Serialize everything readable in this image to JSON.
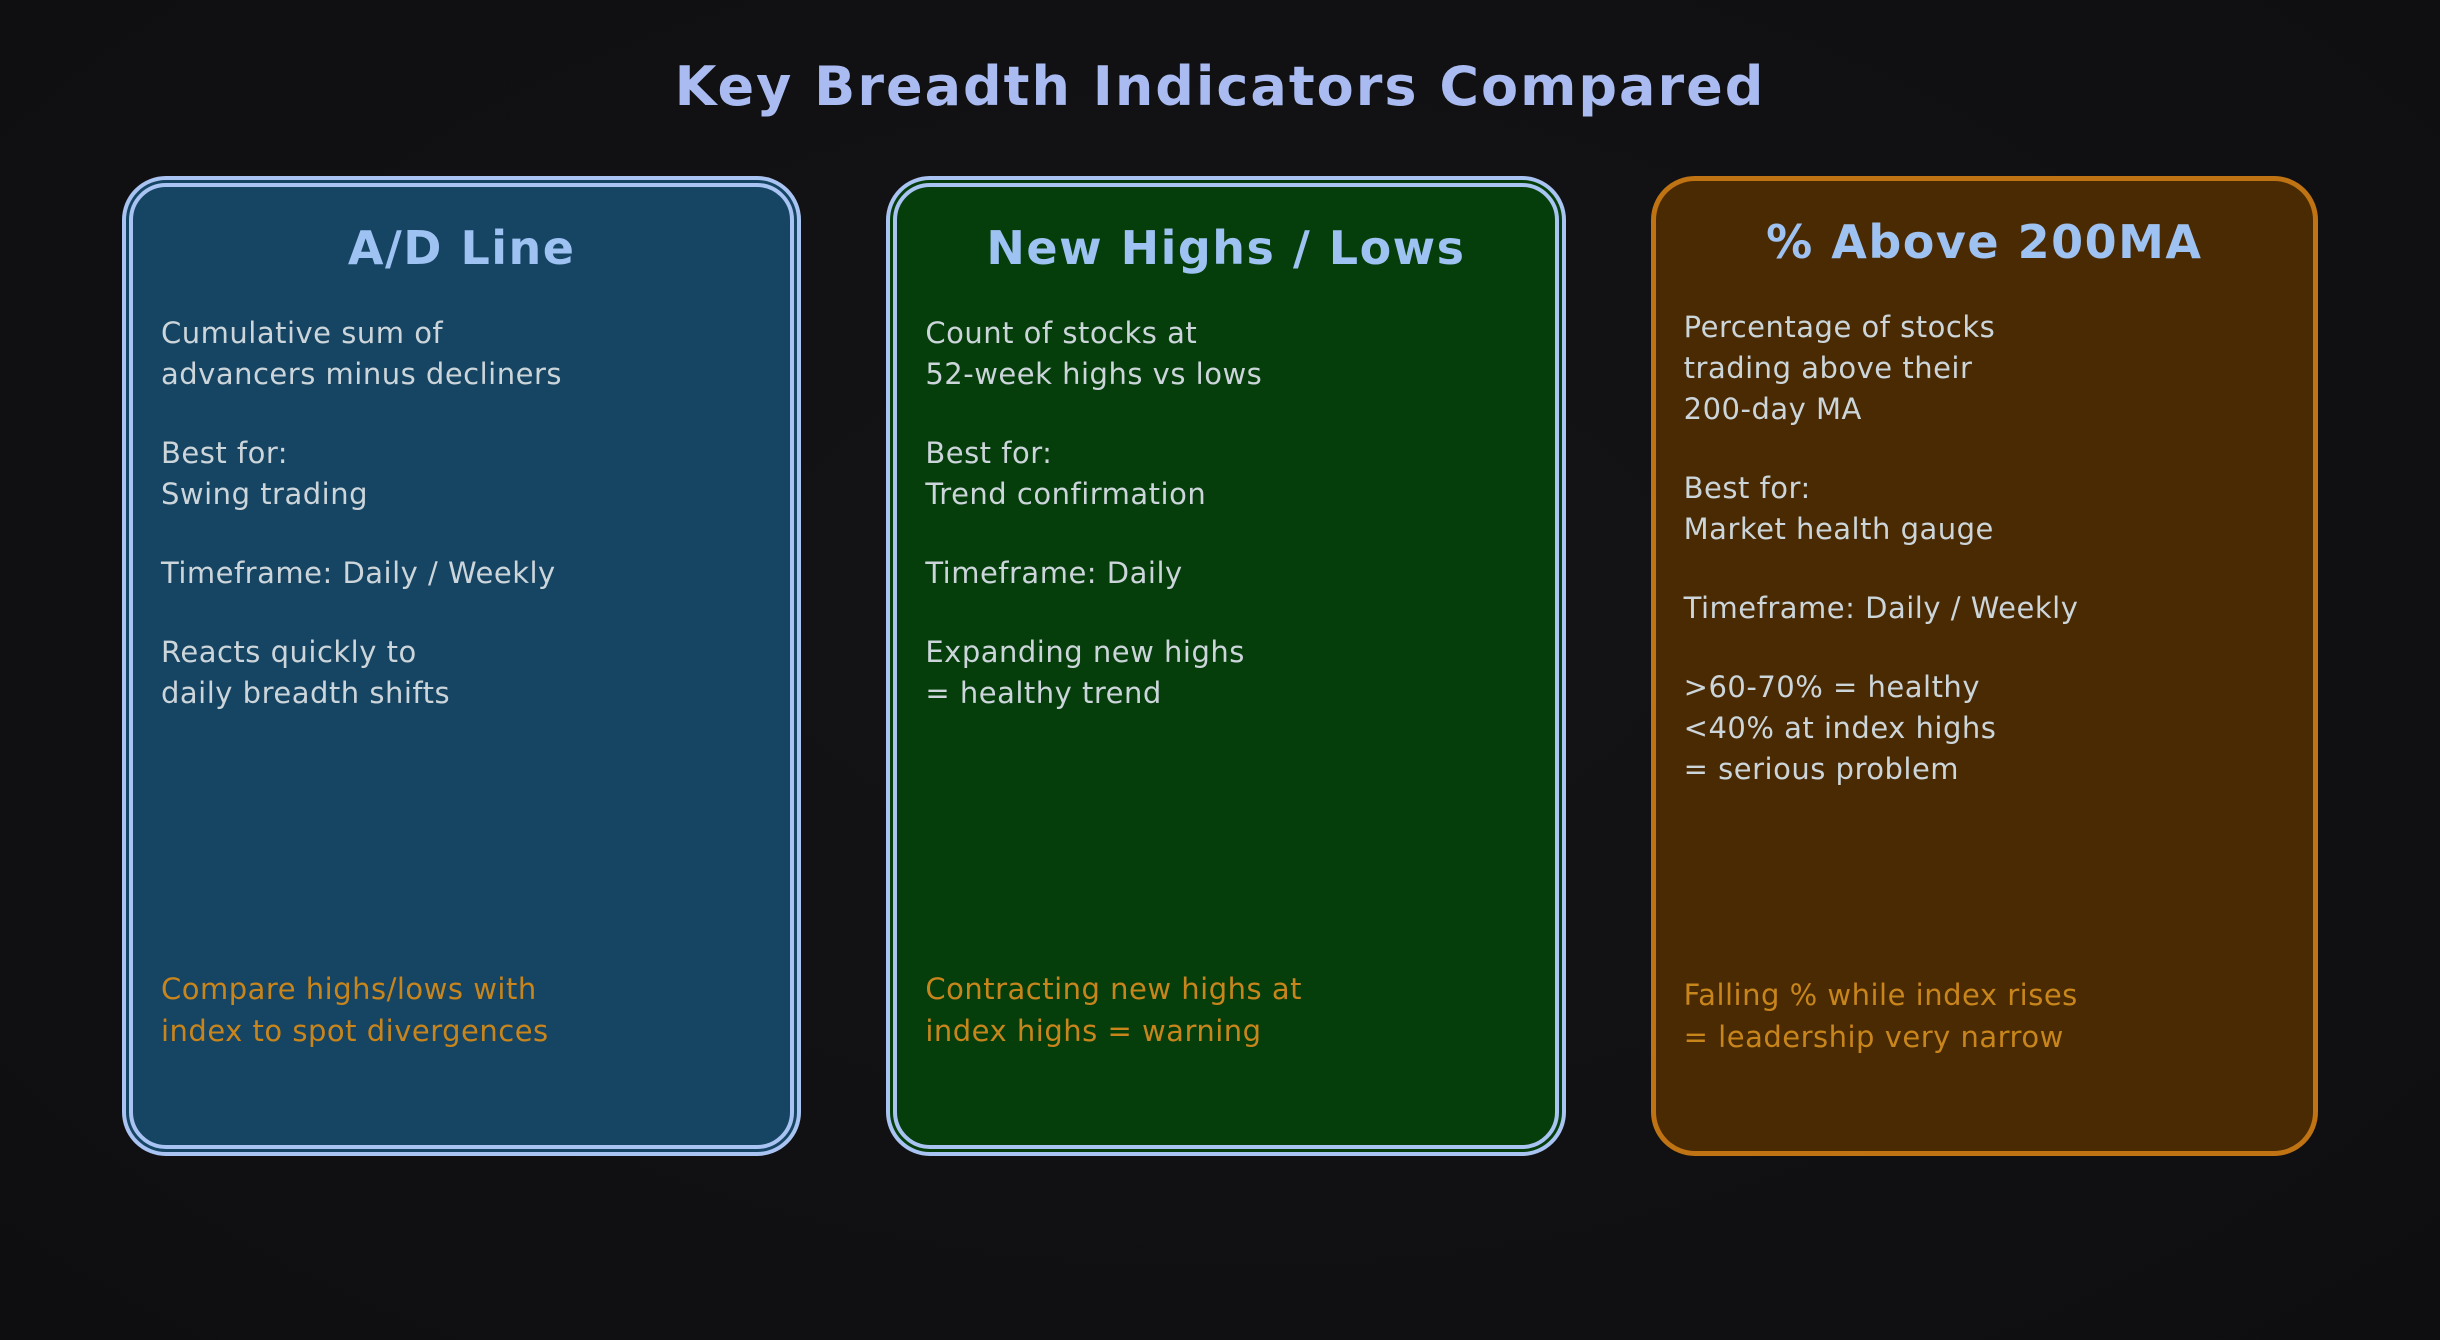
{
  "title": "Key Breadth Indicators Compared",
  "colors": {
    "background": "#141416",
    "page_title": "#a9bbf0",
    "card_title": "#9ec2f2",
    "body_text": "#ccd5da",
    "note_text": "#c8851c"
  },
  "cards": [
    {
      "title": "A/D Line",
      "colors": {
        "bg": "#164463",
        "border": "#a9c3f2",
        "border_style": "double",
        "border_width": "11px"
      },
      "body": [
        {
          "lines": [
            "Cumulative sum of",
            "advancers minus decliners"
          ]
        },
        {
          "lines": [
            "Best for:",
            "Swing trading"
          ]
        },
        {
          "lines": [
            "Timeframe: Daily / Weekly"
          ]
        },
        {
          "lines": [
            "Reacts quickly to",
            "daily breadth shifts"
          ]
        }
      ],
      "note": {
        "lines": [
          "Compare highs/lows with",
          "index to spot divergences"
        ]
      }
    },
    {
      "title": "New Highs / Lows",
      "colors": {
        "bg": "#053e0b",
        "border": "#a9c3f2",
        "border_style": "double",
        "border_width": "11px"
      },
      "body": [
        {
          "lines": [
            "Count of stocks at",
            "52-week highs vs lows"
          ]
        },
        {
          "lines": [
            "Best for:",
            "Trend confirmation"
          ]
        },
        {
          "lines": [
            "Timeframe: Daily"
          ]
        },
        {
          "lines": [
            "Expanding new highs",
            "= healthy trend"
          ]
        }
      ],
      "note": {
        "lines": [
          "Contracting new highs at",
          "index highs = warning"
        ]
      }
    },
    {
      "title": "% Above 200MA",
      "colors": {
        "bg": "#4a2a02",
        "border": "#bf7312",
        "border_style": "solid",
        "border_width": "5px"
      },
      "body": [
        {
          "lines": [
            "Percentage of stocks",
            "trading above their",
            "200-day MA"
          ]
        },
        {
          "lines": [
            "Best for:",
            "Market health gauge"
          ]
        },
        {
          "lines": [
            "Timeframe: Daily / Weekly"
          ]
        },
        {
          "lines": [
            ">60-70% = healthy",
            "<40% at index highs",
            "= serious problem"
          ]
        }
      ],
      "note": {
        "lines": [
          "Falling % while index rises",
          "= leadership very narrow"
        ]
      }
    }
  ]
}
